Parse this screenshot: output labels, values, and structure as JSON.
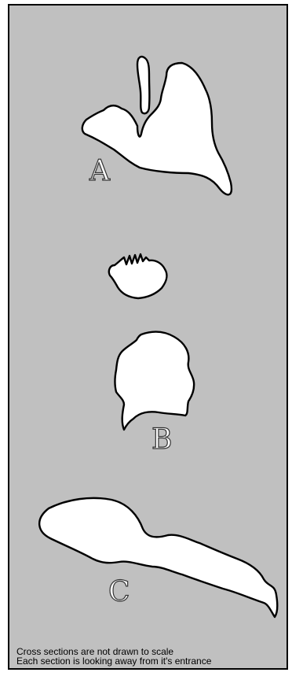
{
  "colors": {
    "background": "#c0c0c0",
    "border": "#000000",
    "section_fill": "#ffffff",
    "section_outline": "#000000"
  },
  "sections": [
    {
      "label": "A"
    },
    {
      "label": ""
    },
    {
      "label": "B"
    },
    {
      "label": "C"
    }
  ],
  "notes": {
    "line1": "Cross sections are not drawn to scale",
    "line2": "Each section is looking away from it's entrance"
  }
}
